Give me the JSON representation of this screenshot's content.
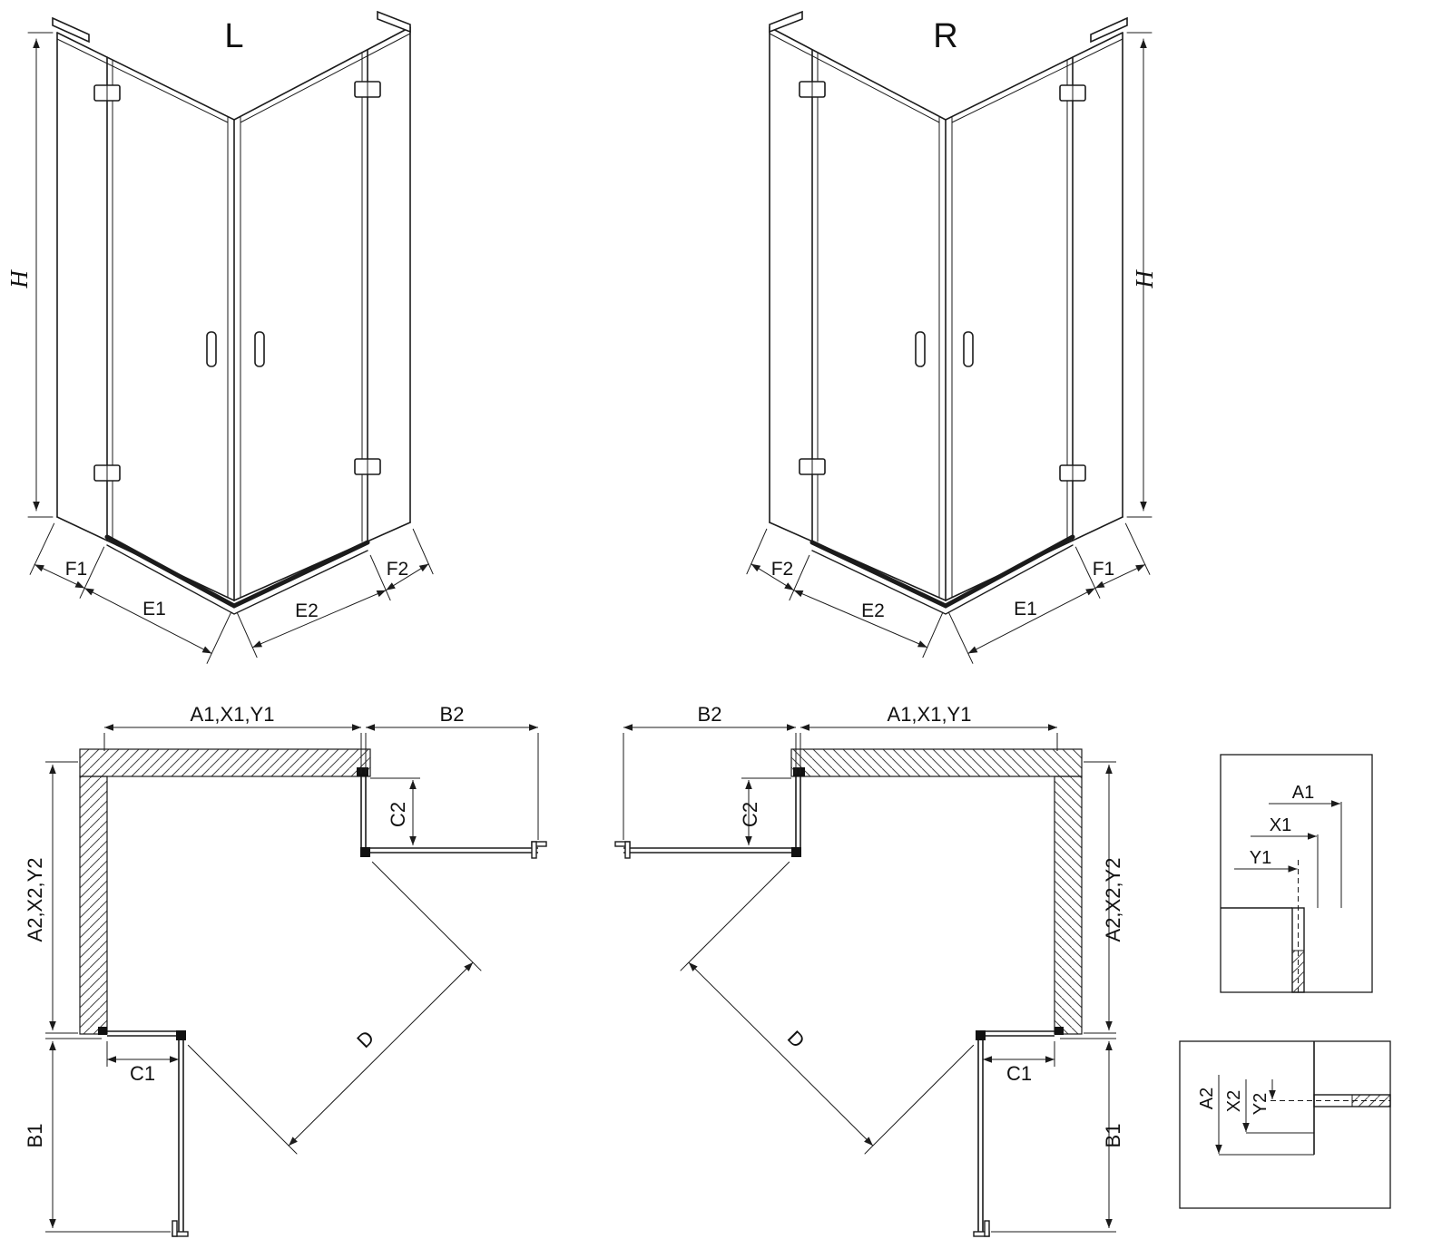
{
  "views": {
    "iso_left": {
      "title": "L",
      "h": "H",
      "f1": "F1",
      "e1": "E1",
      "e2": "E2",
      "f2": "F2"
    },
    "iso_right": {
      "title": "R",
      "h": "H",
      "f1": "F1",
      "e1": "E1",
      "e2": "E2",
      "f2": "F2"
    },
    "plan_left": {
      "top": "A1,X1,Y1",
      "b2": "B2",
      "c2": "C2",
      "side": "A2,X2,Y2",
      "c1": "C1",
      "b1": "B1",
      "d": "D"
    },
    "plan_right": {
      "top": "A1,X1,Y1",
      "b2": "B2",
      "c2": "C2",
      "side": "A2,X2,Y2",
      "c1": "C1",
      "b1": "B1",
      "d": "D"
    },
    "detail_top": {
      "a1": "A1",
      "x1": "X1",
      "y1": "Y1"
    },
    "detail_bottom": {
      "a2": "A2",
      "x2": "X2",
      "y2": "Y2"
    }
  }
}
